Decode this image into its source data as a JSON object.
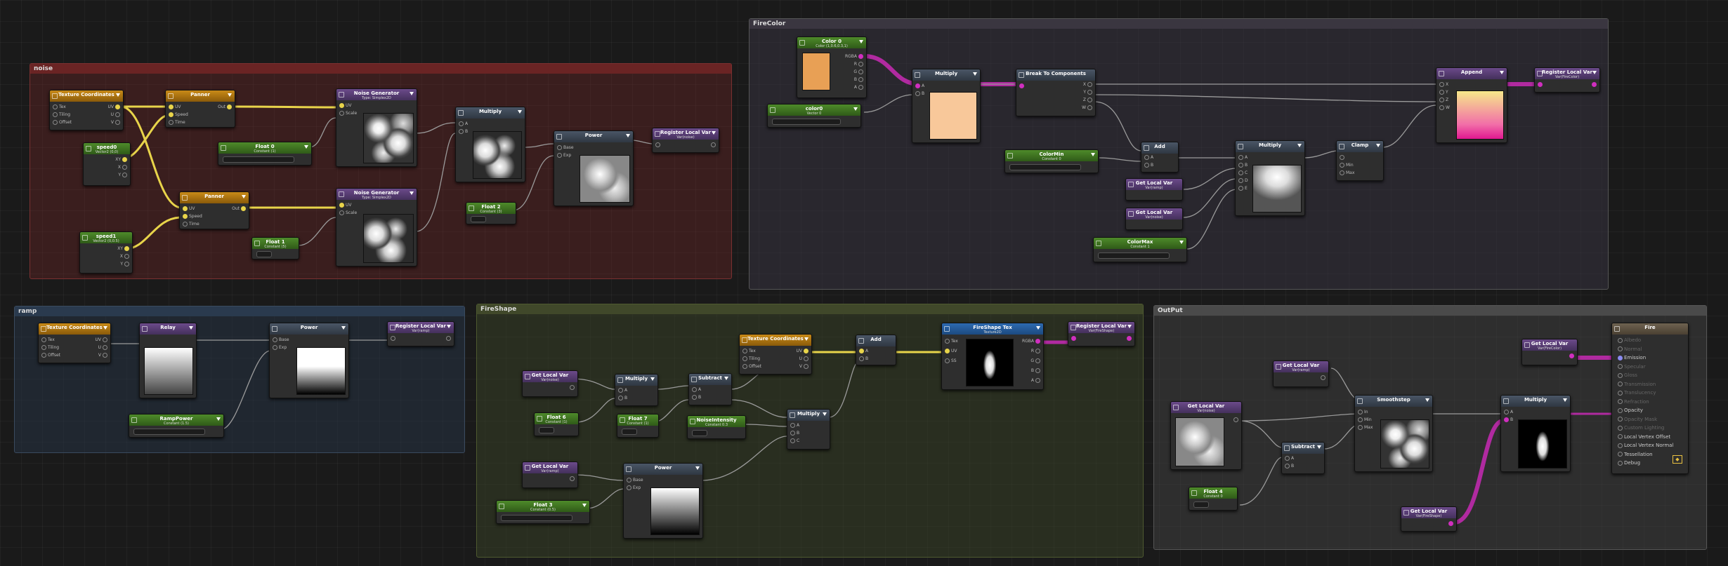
{
  "groups": {
    "noise": "noise",
    "fire_color": "FireColor",
    "ramp": "ramp",
    "fire_shape": "FireShape",
    "output": "OutPut"
  },
  "nodes": {
    "tex_coords_1": {
      "title": "Texture Coordinates",
      "ports": [
        "Tex",
        "Tiling",
        "Offset",
        "UV",
        "U",
        "V"
      ]
    },
    "panner_1": {
      "title": "Panner",
      "ports": [
        "UV",
        "Speed",
        "Time",
        "Out"
      ]
    },
    "panner_2": {
      "title": "Panner",
      "ports": [
        "UV",
        "Speed",
        "Time",
        "Out"
      ]
    },
    "speed0": {
      "title": "speed0",
      "sub": "Vector2 (0,0)",
      "ports": [
        "XY",
        "X",
        "Y"
      ]
    },
    "speed1": {
      "title": "speed1",
      "sub": "Vector2 (0,0.5)",
      "ports": [
        "XY",
        "X",
        "Y"
      ]
    },
    "float0": {
      "title": "Float 0",
      "sub": "Constant (1)"
    },
    "float1": {
      "title": "Float 1",
      "sub": "Constant (5)"
    },
    "float2": {
      "title": "Float 2",
      "sub": "Constant (3)"
    },
    "noise_gen_1": {
      "title": "Noise Generator",
      "sub": "Type: Simplex2D",
      "ports": [
        "UV",
        "Scale"
      ]
    },
    "noise_gen_2": {
      "title": "Noise Generator",
      "sub": "Type: Simplex2D",
      "ports": [
        "UV",
        "Scale"
      ]
    },
    "multiply_noise": {
      "title": "Multiply",
      "ports": [
        "A",
        "B"
      ]
    },
    "power_noise": {
      "title": "Power",
      "ports": [
        "Base",
        "Exp"
      ]
    },
    "register_noise": {
      "title": "Register Local Var",
      "sub": "Var(noise)"
    },
    "color0": {
      "title": "Color 0",
      "sub": "Color (1,0.6,0.3,1)",
      "ports": [
        "RGBA",
        "R",
        "G",
        "B",
        "A"
      ]
    },
    "color1": {
      "title": "color0",
      "sub": "Vector 0"
    },
    "multiply_color": {
      "title": "Multiply",
      "ports": [
        "A",
        "B"
      ]
    },
    "break_components": {
      "title": "Break To Components",
      "ports": [
        "X",
        "Y",
        "Z",
        "W"
      ]
    },
    "append": {
      "title": "Append",
      "ports": [
        "X",
        "Y",
        "Z",
        "W"
      ]
    },
    "register_color": {
      "title": "Register Local Var",
      "sub": "Var(FireColor)"
    },
    "color_min": {
      "title": "ColorMin",
      "sub": "Constant 0"
    },
    "color_max": {
      "title": "ColorMax",
      "sub": "Constant 1"
    },
    "add_color": {
      "title": "Add",
      "ports": [
        "A",
        "B"
      ]
    },
    "get_local_ramp": {
      "title": "Get Local Var",
      "sub": "Var(ramp)"
    },
    "get_local_noise": {
      "title": "Get Local Var",
      "sub": "Var(noise)"
    },
    "multiply_color2": {
      "title": "Multiply",
      "ports": [
        "A",
        "B",
        "C",
        "D",
        "E"
      ]
    },
    "clamp": {
      "title": "Clamp",
      "ports": [
        "Min",
        "Max"
      ]
    },
    "tex_coords_2": {
      "title": "Texture Coordinates",
      "ports": [
        "Tex",
        "Tiling",
        "Offset",
        "UV",
        "U",
        "V"
      ]
    },
    "relay": {
      "title": "Relay"
    },
    "power_ramp": {
      "title": "Power",
      "ports": [
        "Base",
        "Exp"
      ]
    },
    "register_ramp": {
      "title": "Register Local Var",
      "sub": "Var(ramp)"
    },
    "ramp_power": {
      "title": "RampPower",
      "sub": "Constant (1.5)"
    },
    "get_local_fs1": {
      "title": "Get Local Var",
      "sub": "Var(noise)"
    },
    "get_local_fs2": {
      "title": "Get Local Var",
      "sub": "Var(ramp)"
    },
    "float6": {
      "title": "Float 6",
      "sub": "Constant (1)"
    },
    "float7": {
      "title": "Float 7",
      "sub": "Constant (1)"
    },
    "float3": {
      "title": "Float 3",
      "sub": "Constant (0.5)"
    },
    "multiply_fs1": {
      "title": "Multiply",
      "ports": [
        "A",
        "B"
      ]
    },
    "subtract_fs": {
      "title": "Subtract",
      "ports": [
        "A",
        "B"
      ]
    },
    "noise_intensity": {
      "title": "NoiseIntensity",
      "sub": "Constant 0.3"
    },
    "multiply_fs2": {
      "title": "Multiply",
      "ports": [
        "A",
        "B",
        "C"
      ]
    },
    "power_fs": {
      "title": "Power",
      "ports": [
        "Base",
        "Exp"
      ]
    },
    "tex_coords_3": {
      "title": "Texture Coordinates",
      "ports": [
        "Tex",
        "Tiling",
        "Offset",
        "UV",
        "U",
        "V"
      ]
    },
    "add_fs": {
      "title": "Add",
      "ports": [
        "A",
        "B"
      ]
    },
    "fireshape_tex": {
      "title": "FireShape Tex",
      "sub": "Texture2D",
      "ports": [
        "Tex",
        "UV",
        "SS",
        "RGBA",
        "R",
        "G",
        "B",
        "A"
      ]
    },
    "register_fs": {
      "title": "Register Local Var",
      "sub": "Var(FireShape)"
    },
    "get_local_out1": {
      "title": "Get Local Var",
      "sub": "Var(FireColor)"
    },
    "get_local_out2": {
      "title": "Get Local Var",
      "sub": "Var(ramp)"
    },
    "get_local_out3": {
      "title": "Get Local Var",
      "sub": "Var(noise)"
    },
    "get_local_out4": {
      "title": "Get Local Var",
      "sub": "Var(FireShape)"
    },
    "subtract_out": {
      "title": "Subtract",
      "ports": [
        "A",
        "B"
      ]
    },
    "smoothstep": {
      "title": "Smoothstep",
      "ports": [
        "In",
        "Min",
        "Max"
      ]
    },
    "float4": {
      "title": "Float 4",
      "sub": "Constant 0"
    },
    "multiply_out": {
      "title": "Multiply",
      "ports": [
        "A",
        "B"
      ]
    },
    "master": {
      "title": "Fire",
      "rows": [
        "Albedo",
        "Normal",
        "Emission",
        "Specular",
        "Gloss",
        "Transmission",
        "Translucency",
        "Refraction",
        "Opacity",
        "Opacity Mask",
        "Custom Lighting",
        "Local Vertex Offset",
        "Local Vertex Normal",
        "Tessellation",
        "Debug"
      ]
    }
  },
  "colors": {
    "orange_header": "#c98a17",
    "purple_header": "#6b4a8a",
    "green_header": "#4e8a2a",
    "slate_header": "#4a5666",
    "blue_header": "#2d6ab0",
    "wire_yellow": "#e8d44a",
    "wire_magenta": "#b02aa0",
    "wire_gray": "#9a9a9a"
  }
}
